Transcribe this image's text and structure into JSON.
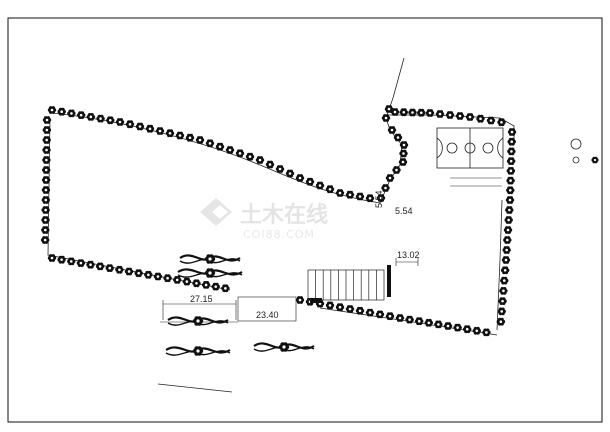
{
  "drawing": {
    "dimensions": {
      "d1": "13.02",
      "d2": "27.15",
      "d3": "23.40",
      "d4": "5.54",
      "d5": "5.54"
    },
    "watermark": {
      "text_cn": "土木在线",
      "text_en": "COI88.COM"
    },
    "icons": [
      "tree-symbol-icon",
      "basketball-court-icon",
      "legend-circle-icon",
      "watermark-logo-icon"
    ]
  }
}
